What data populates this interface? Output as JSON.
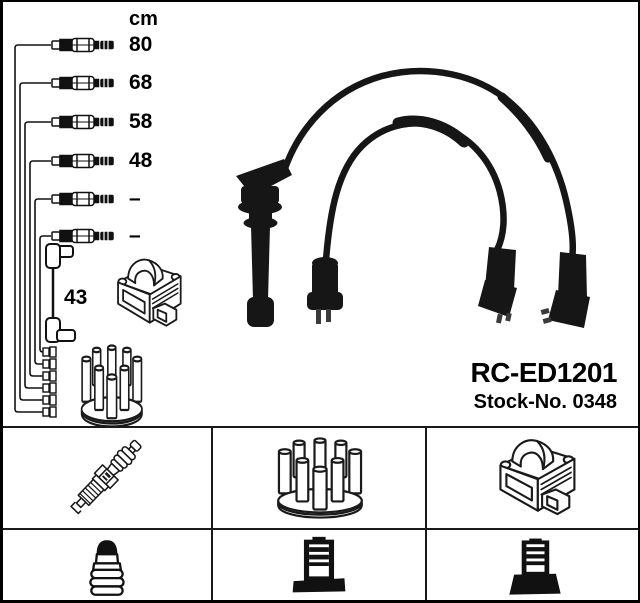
{
  "colors": {
    "ink": "#111111",
    "line_art": "#1a1a1a",
    "photo_black": "#161616",
    "background": "#ffffff",
    "border": "#000000"
  },
  "measure_table": {
    "unit_header": "cm",
    "rows": [
      {
        "length": "80"
      },
      {
        "length": "68"
      },
      {
        "length": "58"
      },
      {
        "length": "48"
      },
      {
        "length": "–"
      },
      {
        "length": "–"
      }
    ],
    "coil_wire_length": "43"
  },
  "product": {
    "part_number": "RC-ED1201",
    "stock_number_label": "Stock-No. 0348"
  },
  "diagram": {
    "icons": [
      "ignition-lead-icon",
      "coil-wire-icon",
      "ignition-coil-icon",
      "distributor-cap-icon",
      "wire-harness-bundle",
      "cable-set-photo"
    ]
  },
  "legend": {
    "cells": [
      {
        "icon": "spark-plug-icon"
      },
      {
        "icon": "distributor-cap-icon"
      },
      {
        "icon": "ignition-coil-icon"
      },
      {
        "icon": "terminal-nut-connection-icon"
      },
      {
        "icon": "boot-flat-base-connection-icon"
      },
      {
        "icon": "boot-flared-base-connection-icon"
      }
    ]
  }
}
